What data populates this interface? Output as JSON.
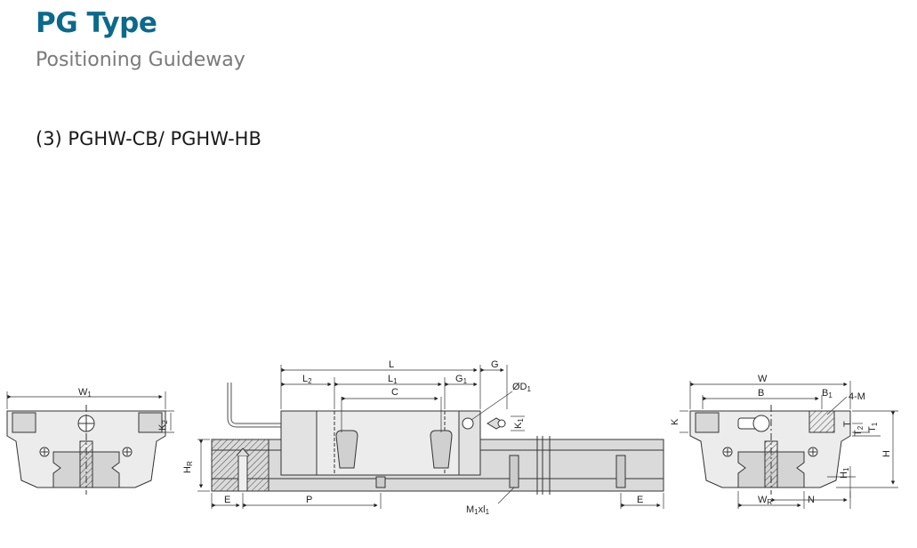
{
  "header": {
    "title": "PG Type",
    "subtitle": "Positioning Guideway"
  },
  "section": {
    "heading": "(3) PGHW-CB/ PGHW-HB"
  },
  "colors": {
    "title": "#0a6a8c",
    "subtitle": "#7a7a7a",
    "rail_fill": "#d9d9d9",
    "block_fill": "#ebebeb",
    "line": "#333333"
  },
  "labels": {
    "front": {
      "w1": "W",
      "w1_sub": "1",
      "k2": "K",
      "k2_sub": "2"
    },
    "side": {
      "l": "L",
      "l2": "L",
      "l2_sub": "2",
      "l1": "L",
      "l1_sub": "1",
      "c": "C",
      "g1": "G",
      "g1_sub": "1",
      "g": "G",
      "d1": "ØD",
      "d1_sub": "1",
      "k1": "K",
      "k1_sub": "1",
      "hr": "H",
      "hr_sub": "R",
      "e_left": "E",
      "p": "P",
      "m1": "M",
      "m1_sub": "1",
      "m1_x": "xl",
      "m1_l_sub": "1",
      "e_right": "E"
    },
    "end": {
      "w": "W",
      "b": "B",
      "b1": "B",
      "b1_sub": "1",
      "four_m": "4-M",
      "k": "K",
      "t": "T",
      "t2": "T",
      "t2_sub": "2",
      "t1": "T",
      "t1_sub": "1",
      "h": "H",
      "h1": "H",
      "h1_sub": "1",
      "wr": "W",
      "wr_sub": "R",
      "n": "N"
    }
  }
}
